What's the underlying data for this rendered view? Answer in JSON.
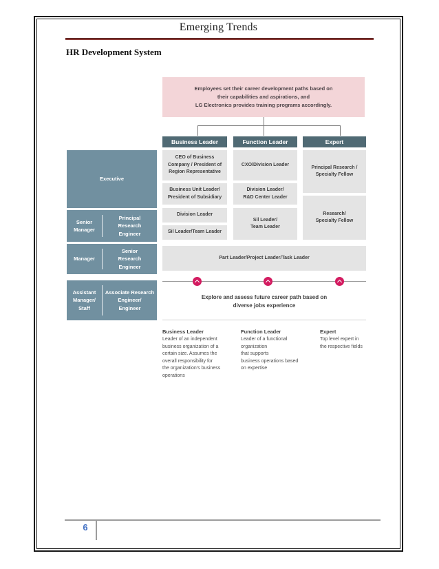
{
  "page": {
    "header_title": "Emerging Trends",
    "section_title": "HR Development System",
    "page_number": "6"
  },
  "diagram": {
    "intro_box": "Employees set their career development paths based on\ntheir capabilities and aspirations, and\nLG Electronics provides training programs accordingly.",
    "track_headers": [
      "Business Leader",
      "Function Leader",
      "Expert"
    ],
    "business_cells": [
      "CEO of Business\nCompany / President of\nRegion Representative",
      "Business Unit Leader/\nPresident of Subsidiary",
      "Division Leader",
      "Sil Leader/Team Leader"
    ],
    "function_cells": [
      "CXO/Division Leader",
      "Division Leader/\nR&D Center Leader",
      "Sil Leader/\nTeam Leader"
    ],
    "expert_cells": [
      "Principal Research /\nSpecialty Fellow",
      "Research/\nSpecialty Fellow"
    ],
    "shared_cell": "Part Leader/Project Leader/Task Leader",
    "levels": [
      {
        "grade": "Executive",
        "research": ""
      },
      {
        "grade": "Senior\nManager",
        "research": "Principal\nResearch\nEngineer"
      },
      {
        "grade": "Manager",
        "research": "Senior\nResearch\nEngineer"
      },
      {
        "grade": "Assistant\nManager/\nStaff",
        "research": "Associate Research\nEngineer/\nEngineer"
      }
    ],
    "explore_note": "Explore and assess future career path based on\ndiverse jobs experience",
    "legend": [
      {
        "title": "Business Leader",
        "desc": "Leader of an independent\nbusiness organization of a\ncertain size. Assumes the\noverall responsibility for\nthe organization's business\noperations"
      },
      {
        "title": "Function Leader",
        "desc": "Leader of a functional\norganization\nthat supports\nbusiness operations based\non expertise"
      },
      {
        "title": "Expert",
        "desc": "Top level expert in\nthe respective fields"
      }
    ]
  },
  "colors": {
    "accent_rule": "#8c3a36",
    "intro_bg": "#f3d5d8",
    "track_header_bg": "#506a74",
    "level_bg": "#7190a0",
    "cell_bg": "#e4e4e4",
    "milestone": "#d31b60",
    "page_number": "#4472c4",
    "footer_line": "#9c9c9c"
  }
}
